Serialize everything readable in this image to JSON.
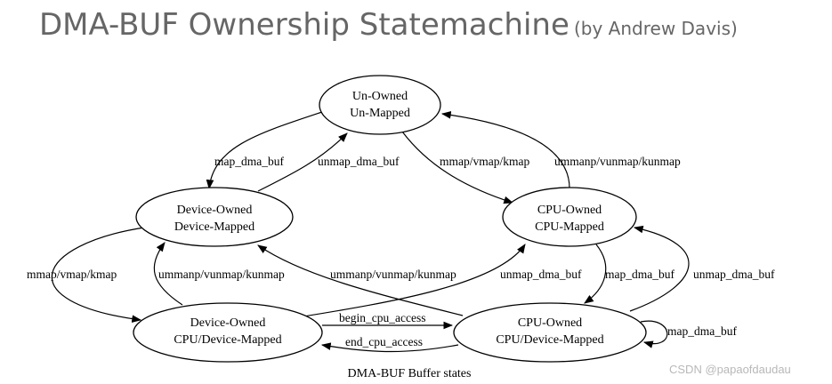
{
  "header": {
    "title": "DMA-BUF Ownership Statemachine",
    "subtitle": "(by Andrew Davis)"
  },
  "nodes": {
    "unowned": {
      "line1": "Un-Owned",
      "line2": "Un-Mapped"
    },
    "device_owned": {
      "line1": "Device-Owned",
      "line2": "Device-Mapped"
    },
    "cpu_owned": {
      "line1": "CPU-Owned",
      "line2": "CPU-Mapped"
    },
    "device_owned_cpu_mapped": {
      "line1": "Device-Owned",
      "line2": "CPU/Device-Mapped"
    },
    "cpu_owned_cpu_mapped": {
      "line1": "CPU-Owned",
      "line2": "CPU/Device-Mapped"
    }
  },
  "edges": {
    "unowned_to_device": "map_dma_buf",
    "device_to_unowned": "unmap_dma_buf",
    "unowned_to_cpu": "mmap/vmap/kmap",
    "cpu_to_unowned": "ummanp/vunmap/kunmap",
    "device_to_devcpu": "mmap/vmap/kmap",
    "devcpu_to_device": "ummanp/vunmap/kunmap",
    "cpucpu_to_device": "ummanp/vunmap/kunmap",
    "devcpu_to_cpu": "unmap_dma_buf",
    "cpu_to_cpucpu": "map_dma_buf",
    "cpucpu_to_cpu": "unmap_dma_buf",
    "devcpu_to_cpucpu": "begin_cpu_access",
    "cpucpu_to_devcpu": "end_cpu_access",
    "cpucpu_self": "map_dma_buf"
  },
  "caption": "DMA-BUF Buffer states",
  "watermark": "CSDN @papaofdaudau"
}
